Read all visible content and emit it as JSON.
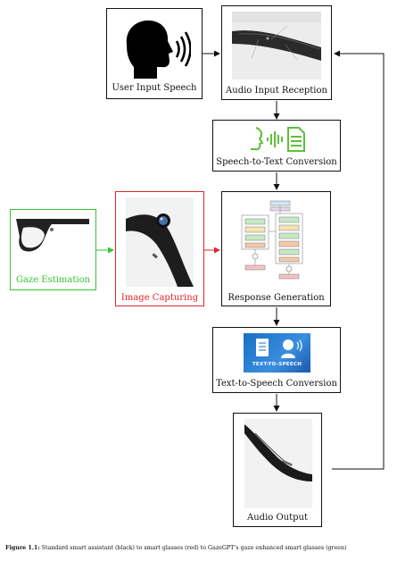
{
  "boxes": {
    "user_input_speech": "User Input Speech",
    "audio_input_reception": "Audio Input Reception",
    "speech_to_text": "Speech-to-Text Conversion",
    "gaze_estimation": "Gaze Estimation",
    "image_capturing": "Image Capturing",
    "response_generation": "Response Generation",
    "text_to_speech": "Text-to-Speech Conversion",
    "audio_output": "Audio Output"
  },
  "tts_banner_text": "TEXT-TO-SPEECH",
  "caption": {
    "label": "Figure 1.1:",
    "text": " Standard smart assistant (black) to smart glasses (red) to GazeGPT’s gaze enhanced smart glasses (green)"
  },
  "colors": {
    "black": "#111111",
    "red": "#e0262a",
    "green": "#33c533",
    "tts_blue": "#1a6fc4"
  }
}
